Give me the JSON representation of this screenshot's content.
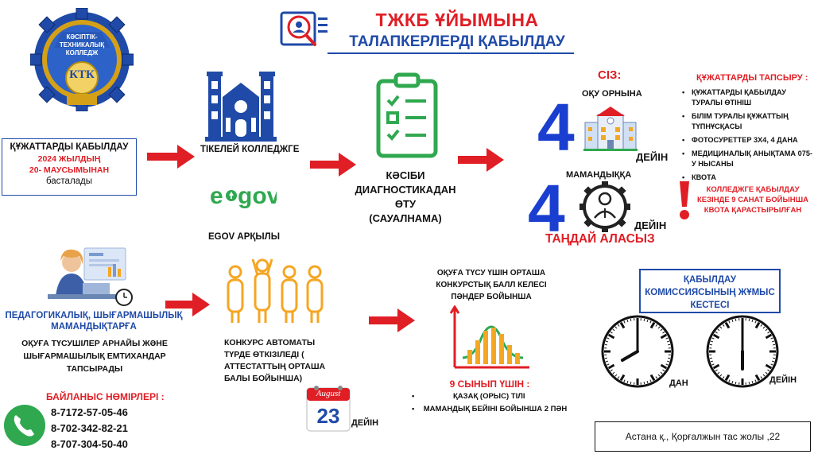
{
  "header": {
    "title_line1": "ТЖКБ ҰЙЫМЫНА",
    "title_line2": "ТАЛАПКЕРЛЕРДІ ҚАБЫЛДАУ"
  },
  "logo": {
    "top_text": "КӘСІПТІК-ТЕХНИКАЛЫҚ КОЛЛЕДЖ",
    "monogram": "КТК"
  },
  "docs_start": {
    "line1": "ҚҰЖАТТАРДЫ ҚАБЫЛДАУ",
    "line2": "2024 ЖЫЛДЫҢ",
    "line3": "20- МАУСЫМЫНАН",
    "line4": "басталады"
  },
  "channels": {
    "direct_label": "ТІКЕЛЕЙ КОЛЛЕДЖГЕ",
    "egov_logo": "e gov",
    "egov_label": "EGOV АРҚЫЛЫ"
  },
  "diagnostics": {
    "line1": "КӘСІБИ",
    "line2": "ДИАГНОСТИКАДАН",
    "line3": "ӨТУ",
    "line4": "(САУАЛНАМА)"
  },
  "choice": {
    "you_label": "СІЗ:",
    "place_label": "ОҚУ ОРНЫНА",
    "num1": "4",
    "until1": "ДЕЙІН",
    "spec_label": "МАМАНДЫҚҚА",
    "num2": "4",
    "until2": "ДЕЙІН",
    "choose_label": "ТАҢДАЙ АЛАСЫЗ"
  },
  "submission": {
    "title": "ҚҰЖАТТАРДЫ ТАПСЫРУ :",
    "items": [
      "ҚҰЖАТТАРДЫ ҚАБЫЛДАУ ТУРАЛЫ ӨТІНІШ",
      "БІЛІМ ТУРАЛЫ ҚҰЖАТТЫҢ ТҮПНҰСҚАСЫ",
      "ФОТОСУРЕТТЕР 3Х4, 4 ДАНА",
      "МЕДИЦИНАЛЫҚ АНЫҚТАМА 075-У НЫСАНЫ",
      "КВОТА"
    ],
    "quota_note": "КОЛЛЕДЖГЕ ҚАБЫЛДАУ КЕЗІНДЕ 9 САНАТ БОЙЫНША КВОТА ҚАРАСТЫРЫЛҒАН"
  },
  "creative": {
    "title": "ПЕДАГОГИКАЛЫҚ, ШЫҒАРМАШЫЛЫҚ МАМАНДЫҚТАРҒА",
    "body": "ОҚУҒА ТҮСУШІЛЕР АРНАЙЫ ЖӘНЕ ШЫҒАРМАШЫЛЫҚ ЕМТИХАНДАР ТАПСЫРАДЫ"
  },
  "contest": {
    "body": "КОНКУРС АВТОМАТЫ ТҮРДЕ ӨТКІЗІЛЕДІ ( АТТЕСТАТТЫҢ ОРТАША БАЛЫ БОЙЫНША)",
    "calendar_month": "August",
    "calendar_day": "23",
    "until": "ДЕЙІН"
  },
  "average": {
    "title": "ОҚУҒА ТҮСУ ҮШІН ОРТАША КОНКУРСТЫҚ БАЛЛ КЕЛЕСІ ПӘНДЕР БОЙЫНША",
    "grade_title": "9 СЫНЫП ҮШІН :",
    "items": [
      "ҚАЗАҚ (ОРЫС) ТІЛІ",
      "МАМАНДЫҚ БЕЙІНІ БОЙЫНША 2 ПӘН"
    ]
  },
  "schedule": {
    "title": "ҚАБЫЛДАУ КОМИССИЯСЫНЫҢ ЖҰМЫС КЕСТЕСІ",
    "from_label": "ДАН",
    "to_label": "ДЕЙІН",
    "clock_start_hour": 8,
    "clock_end_hour": 18
  },
  "contacts": {
    "title": "БАЙЛАНЫС НӨМІРЛЕРІ :",
    "phones": [
      "8-7172-57-05-46",
      "8-702-342-82-21",
      "8-707-304-50-40"
    ]
  },
  "address": {
    "text": "Астана қ., Қорғалжын тас жолы ,22"
  },
  "colors": {
    "red": "#e01e25",
    "blue": "#1f4aa8",
    "green": "#2fa84f",
    "orange": "#f5a623",
    "navy": "#1a3fd0"
  }
}
